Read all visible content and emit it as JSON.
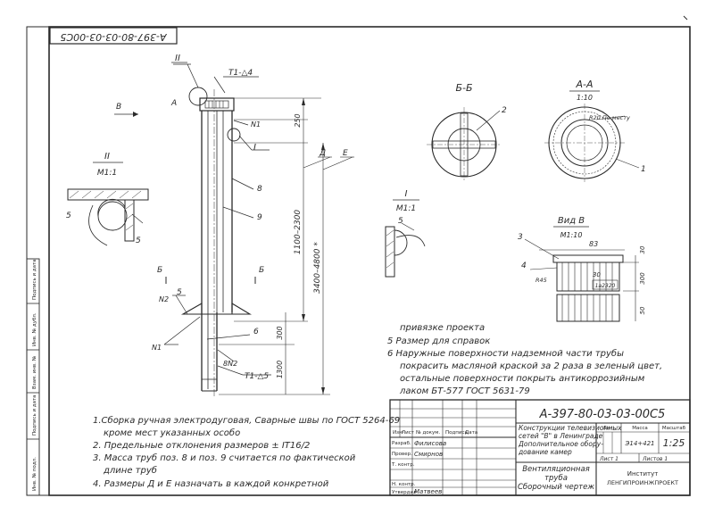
{
  "top_code_mirrored": "A-397-80-03-03-00C5",
  "side_stamp": [
    "Инв. № подл.",
    "Подпись и дата",
    "Взам. инв. №",
    "Инв. № дубл.",
    "Подпись и дата"
  ],
  "callouts": {
    "detail_ii": "II",
    "detail_i": "I",
    "weld_top": "T1-△4",
    "weld_bottom": "T1-△5",
    "letter_a": "A",
    "n1_top": "N1",
    "n1_bottom": "N1",
    "n2_left": "N2",
    "n2_bottom": "8N2",
    "pos_2": "2",
    "pos_1": "1",
    "pos_3": "3",
    "pos_4": "4",
    "pos_5": "5",
    "pos_6": "6",
    "pos_8": "8",
    "pos_9": "9",
    "dim_d": "Д",
    "dim_e": "Е",
    "arrow_v": "B",
    "section_b_left": "Б",
    "section_b_right": "Б",
    "r45": "R45"
  },
  "dimensions": {
    "d250": "250",
    "d1100_2300": "1100–2300",
    "d3400_4800": "3400–4800 *",
    "d300": "300",
    "d1300": "1300",
    "d83": "83",
    "d30_top": "30",
    "d300_right": "300",
    "d50": "50",
    "d30_mid": "30"
  },
  "views": {
    "section_bb": "Б-Б",
    "section_aa": "А-А",
    "scale_aa": "1:10",
    "detail_ii_title": "II",
    "detail_ii_scale": "М1:1",
    "detail_i_title": "I",
    "detail_i_scale": "М1:1",
    "view_v": "Вид В",
    "view_v_scale": "М1:10",
    "gap_note": "R20 По месту",
    "plate_text": "1a2320"
  },
  "notes_right": [
    "привязке проекта",
    "5 Размер для справок",
    "6 Наружные поверхности надземной части трубы",
    "покрасить масляной краской за 2 раза в зеленый цвет,",
    "остальные поверхности покрыть антикоррозийным",
    "лаком  БТ-577  ГОСТ 5631-79"
  ],
  "notes_left": [
    "1.Сборка ручная электродуговая, Сварные швы по ГОСТ 5264-69",
    "кроме мест указанных особо",
    "2. Предельные отклонения размеров ± IT16/2",
    "3. Масса труб поз. 8 и поз. 9 считается по фактической",
    "длине труб",
    "4. Размеры Д и Е назначать в каждой конкретной"
  ],
  "title_block": {
    "code": "А-397-80-03-03-00С5",
    "project_desc": [
      "Конструкции телевизионных",
      "сетей \"В\" в Ленинграде",
      "Дополнительное обору-",
      "дование камер"
    ],
    "drawing_name": [
      "Вентиляционная",
      "труба",
      "Сборочный чертеж"
    ],
    "col_lit": "Лит.",
    "col_mass": "Масса",
    "col_scale": "Масштаб",
    "mass_value": "Э14+421",
    "scale_value": "1:25",
    "sheet": "Лист 1",
    "sheets": "Листов 1",
    "org": [
      "Институт",
      "ЛЕНГИПРОИНЖПРОЕКТ"
    ],
    "header_cols": [
      "Изм",
      "Лист",
      "№ докум.",
      "Подпись",
      "Дата"
    ],
    "roles": [
      "Разраб.",
      "Провер.",
      "Т. контр.",
      "",
      "Н. контр.",
      "Утвердил"
    ],
    "names": [
      "Филисова",
      "Смирнов",
      "",
      "",
      "",
      "Матвеев"
    ]
  }
}
